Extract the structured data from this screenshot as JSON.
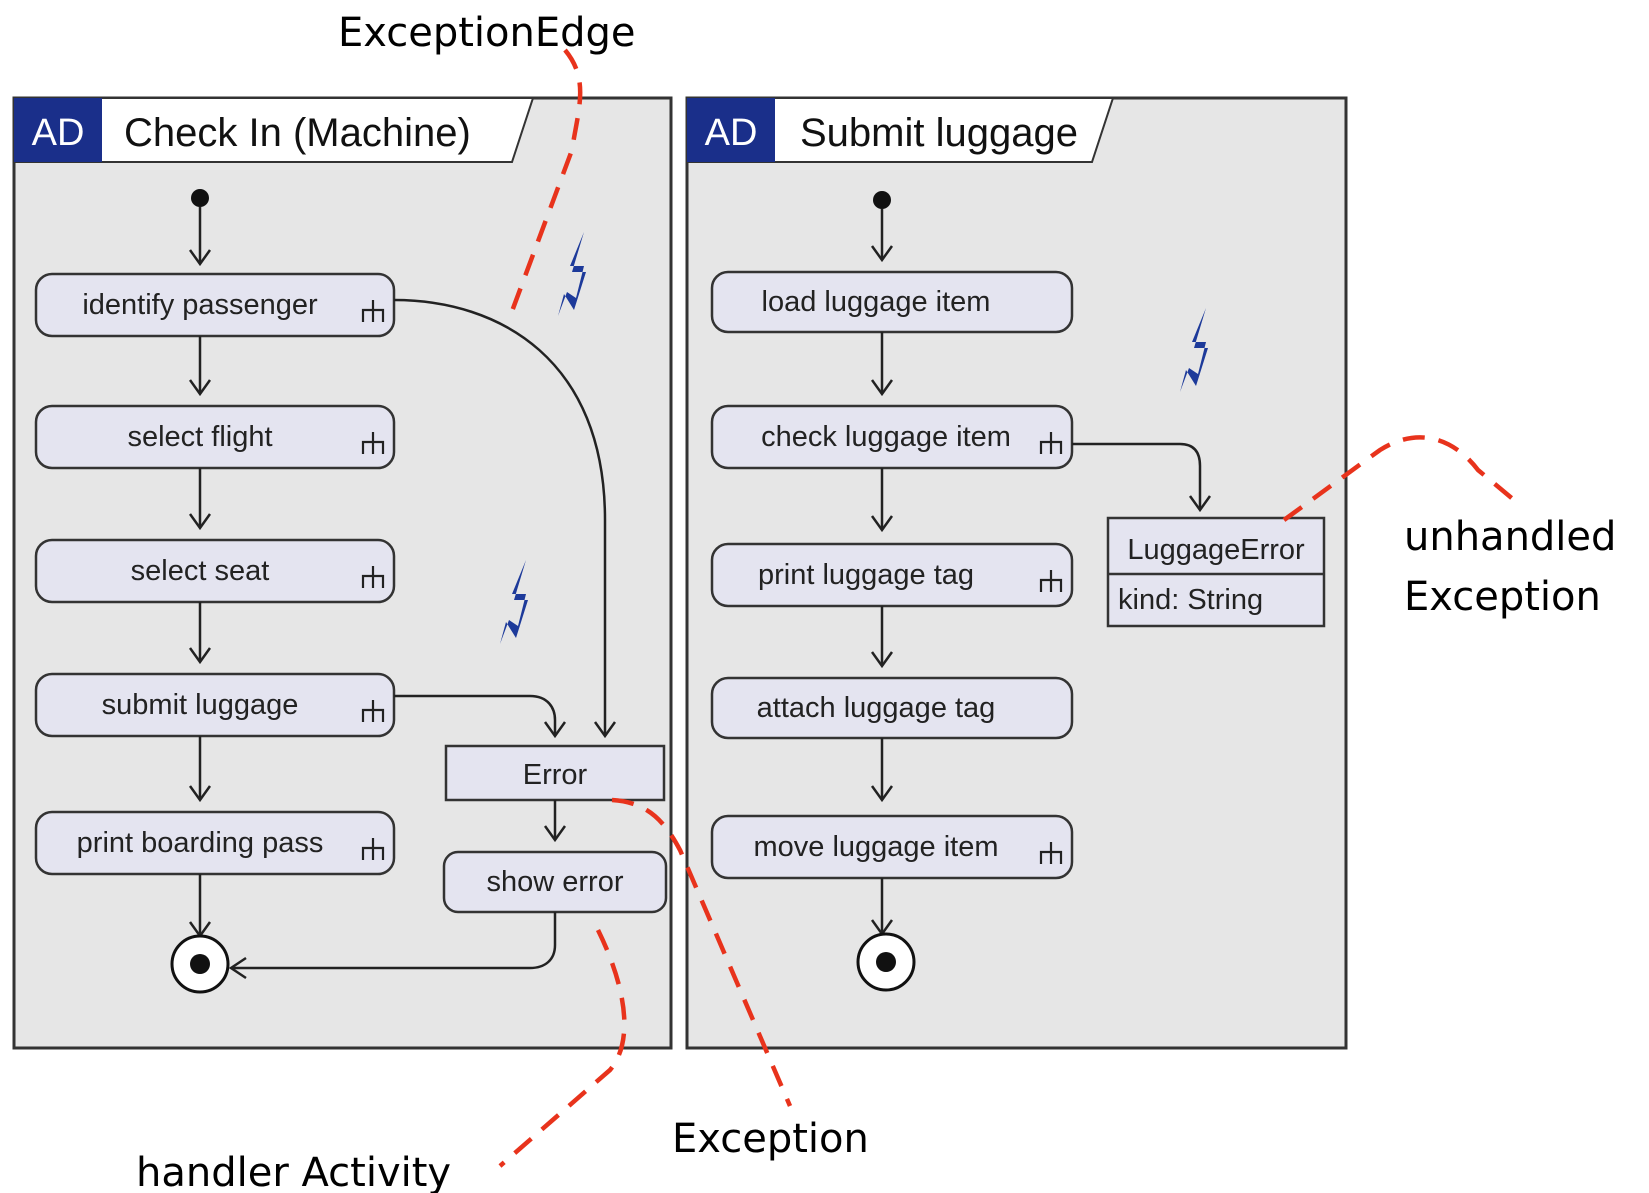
{
  "annotations": {
    "exception_edge": "ExceptionEdge",
    "unhandled_line1": "unhandled",
    "unhandled_line2": "Exception",
    "exception": "Exception",
    "handler_activity": "handler Activity"
  },
  "left_diagram": {
    "frame_kind": "AD",
    "title": "Check In (Machine)",
    "actions": [
      "identify passenger",
      "select flight",
      "select seat",
      "submit luggage",
      "print boarding pass"
    ],
    "exception_object": "Error",
    "handler_action": "show error"
  },
  "right_diagram": {
    "frame_kind": "AD",
    "title": "Submit luggage",
    "actions": [
      "load luggage item",
      "check luggage item",
      "print luggage tag",
      "attach luggage tag",
      "move luggage item"
    ],
    "exception_class": "LuggageError",
    "exception_attribute": "kind: String"
  },
  "colors": {
    "frame_fill": "#e6e6e6",
    "action_fill": "#e4e4f0",
    "header_blue": "#1a2f8a",
    "bolt_blue": "#1d3a9a",
    "callout_red": "#e8331c"
  },
  "icons": [
    "exception-lightning-icon",
    "call-behavior-rake-icon",
    "initial-node-icon",
    "final-node-icon"
  ]
}
